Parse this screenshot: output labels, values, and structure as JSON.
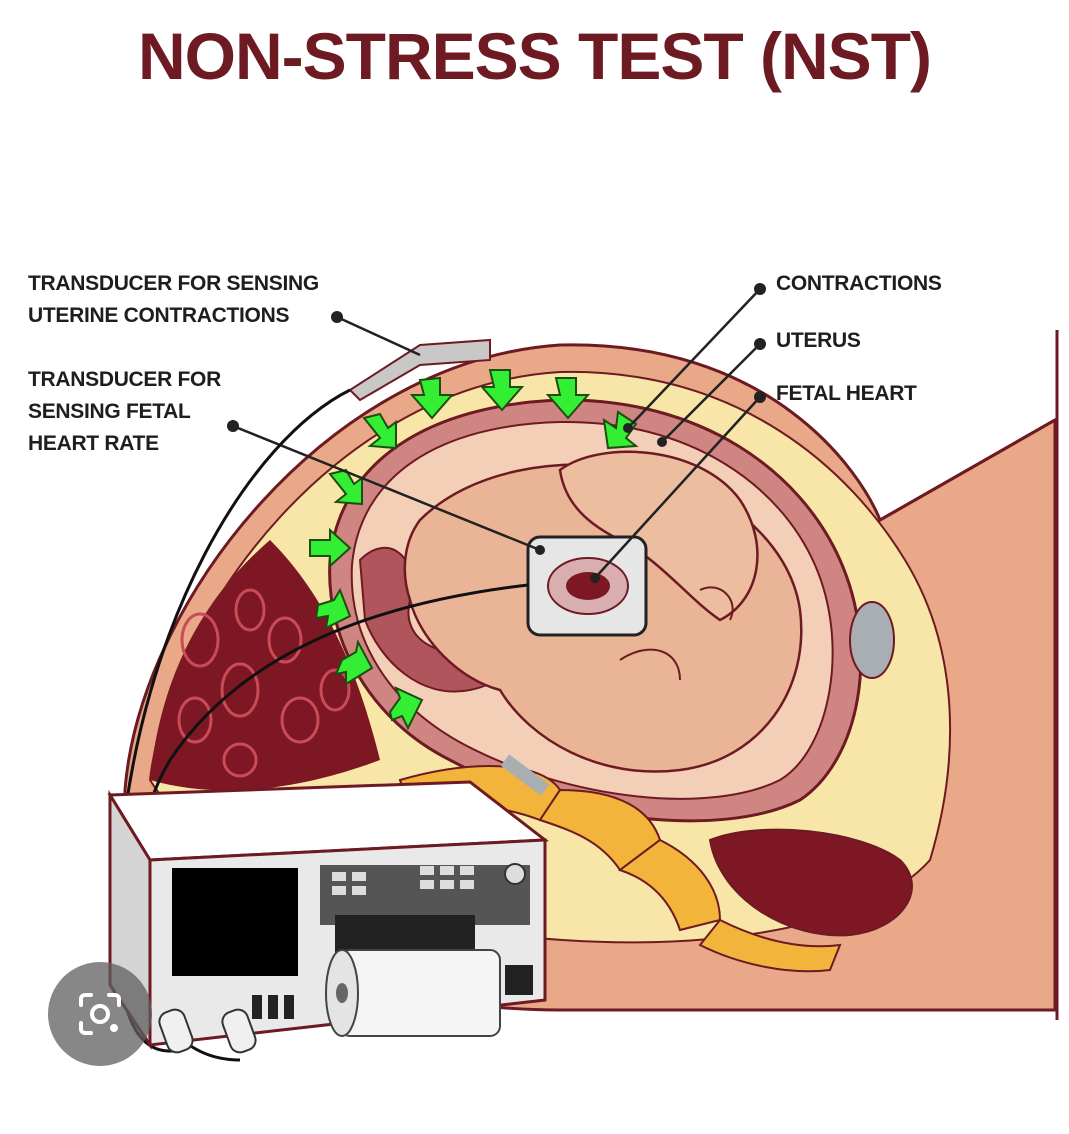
{
  "title": "NON-STRESS TEST (NST)",
  "labels": {
    "transducer_uterine": [
      "TRANSDUCER FOR SENSING",
      "UTERINE CONTRACTIONS"
    ],
    "transducer_fetal": [
      "TRANSDUCER FOR",
      "SENSING FETAL",
      "HEART RATE"
    ],
    "contractions": "CONTRACTIONS",
    "uterus": "UTERUS",
    "fetal_heart": "FETAL HEART"
  },
  "colors": {
    "title": "#6e1a23",
    "outline": "#6e1a23",
    "skin": "#e9a888",
    "fat": "#f7e6a8",
    "uterus_wall": "#cf8582",
    "fetus": "#eab597",
    "arrow": "#33ee33",
    "bone": "#f2b43a",
    "muscle": "#7c1723",
    "machine": "#e9e9e9",
    "screen": "#000000"
  },
  "icons": {
    "lens": "lens-icon"
  }
}
